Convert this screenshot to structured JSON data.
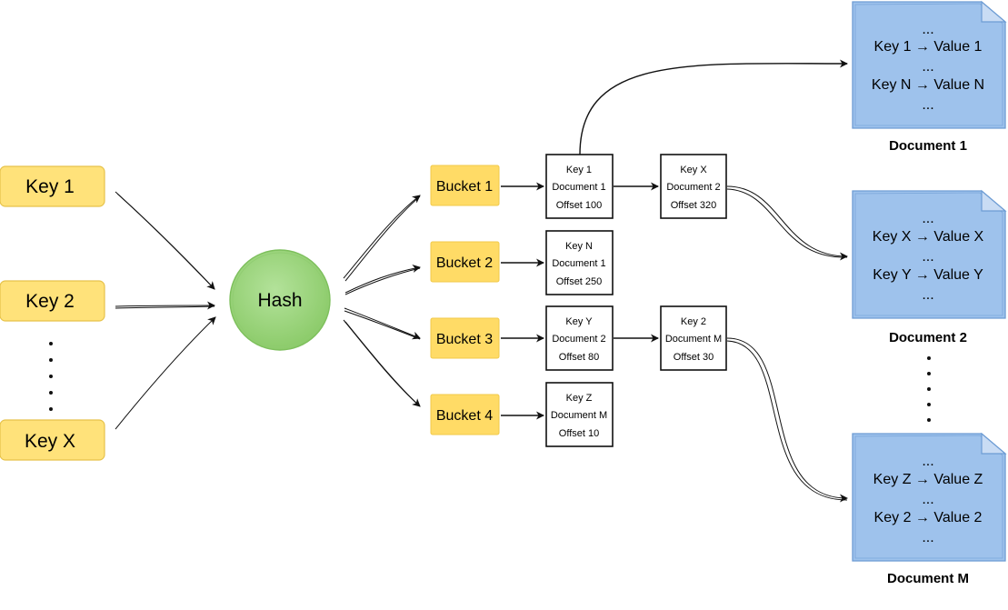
{
  "keys": [
    {
      "label": "Key 1"
    },
    {
      "label": "Key 2"
    },
    {
      "label": "Key X"
    }
  ],
  "hash": {
    "label": "Hash"
  },
  "buckets": [
    {
      "label": "Bucket 1"
    },
    {
      "label": "Bucket 2"
    },
    {
      "label": "Bucket 3"
    },
    {
      "label": "Bucket 4"
    }
  ],
  "entries": [
    {
      "key": "Key 1",
      "document": "Document 1",
      "offset": "Offset 100"
    },
    {
      "key": "Key X",
      "document": "Document 2",
      "offset": "Offset 320"
    },
    {
      "key": "Key N",
      "document": "Document 1",
      "offset": "Offset 250"
    },
    {
      "key": "Key Y",
      "document": "Document 2",
      "offset": "Offset 80"
    },
    {
      "key": "Key 2",
      "document": "Document M",
      "offset": "Offset 30"
    },
    {
      "key": "Key Z",
      "document": "Document M",
      "offset": "Offset 10"
    }
  ],
  "documents": [
    {
      "label": "Document 1",
      "lines": [
        "...",
        "Key 1 → Value 1",
        "...",
        "Key N → Value N",
        "..."
      ]
    },
    {
      "label": "Document 2",
      "lines": [
        "...",
        "Key X → Value X",
        "...",
        "Key Y → Value Y",
        "..."
      ]
    },
    {
      "label": "Document M",
      "lines": [
        "...",
        "Key Z → Value Z",
        "...",
        "Key 2 → Value 2",
        "..."
      ]
    }
  ],
  "colors": {
    "key_fill": "#ffe27a",
    "bucket_fill": "#ffdb66",
    "hash_fill": "#9bd37c",
    "document_fill": "#9ec2ec"
  }
}
